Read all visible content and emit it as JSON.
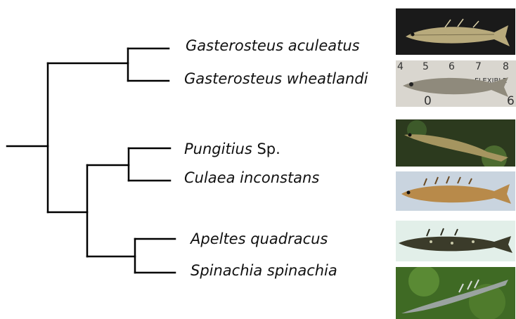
{
  "taxa": [
    {
      "genus": "Gasterosteus",
      "epithet": "aculeatus",
      "suffix": ""
    },
    {
      "genus": "Gasterosteus",
      "epithet": "wheatlandi",
      "suffix": ""
    },
    {
      "genus": "Pungitius",
      "epithet": "",
      "suffix": "Sp."
    },
    {
      "genus": "Culaea",
      "epithet": "inconstans",
      "suffix": ""
    },
    {
      "genus": "Apeltes",
      "epithet": "quadracus",
      "suffix": ""
    },
    {
      "genus": "Spinachia",
      "epithet": "spinachia",
      "suffix": ""
    }
  ],
  "photos": [
    {
      "icon": "fish-photo-icon",
      "bg": "#1a1a1a",
      "fish": "#b8aa7c"
    },
    {
      "icon": "fish-photo-icon",
      "bg": "#d9d6cf",
      "fish": "#8f8a7c",
      "ruler_text": [
        "4",
        "5",
        "6",
        "7",
        "8",
        "0",
        "6",
        "FLEXIBLE"
      ]
    },
    {
      "icon": "fish-photo-icon",
      "bg": "#2c3a1e",
      "fish": "#a59560"
    },
    {
      "icon": "fish-photo-icon",
      "bg": "#c9d4df",
      "fish": "#b88a4a"
    },
    {
      "icon": "fish-photo-icon",
      "bg": "#e2efe9",
      "fish": "#3b3b2a"
    },
    {
      "icon": "fish-photo-icon",
      "bg": "#3f6a24",
      "fish": "#9aa3a0"
    }
  ]
}
